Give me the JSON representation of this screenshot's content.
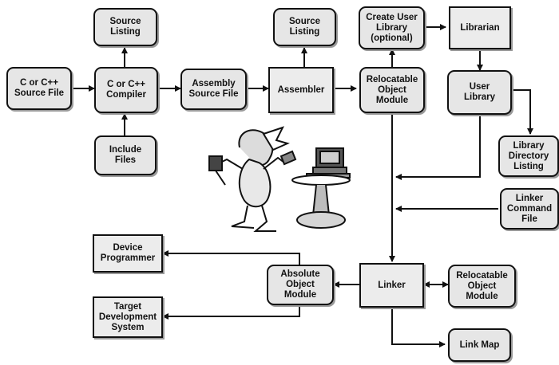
{
  "nodes": {
    "source_listing_1": "Source\nListing",
    "c_source_file": "C or C++\nSource File",
    "compiler": "C or C++\nCompiler",
    "include_files": "Include\nFiles",
    "assembly_source": "Assembly\nSource File",
    "source_listing_2": "Source\nListing",
    "assembler": "Assembler",
    "create_user_library": "Create User\nLibrary\n(optional)",
    "librarian": "Librarian",
    "relocatable_object_1": "Relocatable\nObject\nModule",
    "user_library": "User\nLibrary",
    "library_directory_listing": "Library\nDirectory\nListing",
    "linker_command_file": "Linker\nCommand\nFile",
    "device_programmer": "Device\nProgrammer",
    "absolute_object_module": "Absolute\nObject\nModule",
    "linker": "Linker",
    "relocatable_object_2": "Relocatable\nObject\nModule",
    "target_development_system": "Target\nDevelopment\nSystem",
    "link_map": "Link Map"
  },
  "illustration": {
    "cartoon": "bird-with-mallet-illustration",
    "computer": "computer-on-table-illustration"
  }
}
